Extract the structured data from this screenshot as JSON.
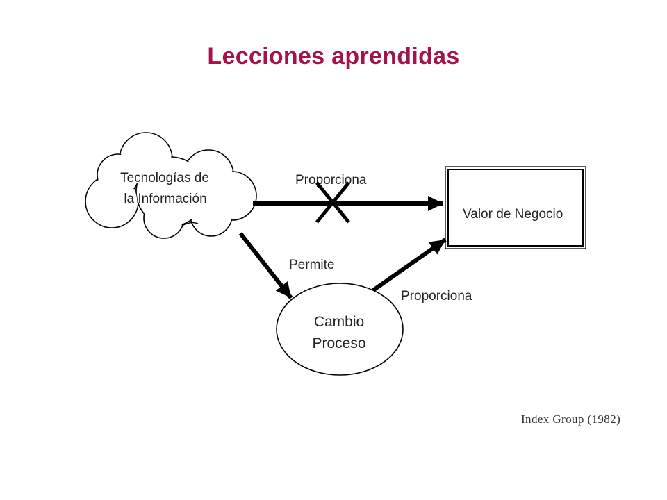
{
  "slide": {
    "title": "Lecciones aprendidas",
    "citation": "Index Group (1982)"
  },
  "diagram": {
    "it_node": {
      "line1": "Tecnologías de",
      "line2": "la Información"
    },
    "value_node": {
      "label": "Valor de Negocio"
    },
    "process_node": {
      "line1": "Cambio",
      "line2": "Proceso"
    },
    "edges": {
      "it_to_value": "Proporciona",
      "it_to_process": "Permite",
      "process_to_value": "Proporciona"
    }
  },
  "colors": {
    "title": "#A3124B",
    "stroke": "#000000"
  }
}
